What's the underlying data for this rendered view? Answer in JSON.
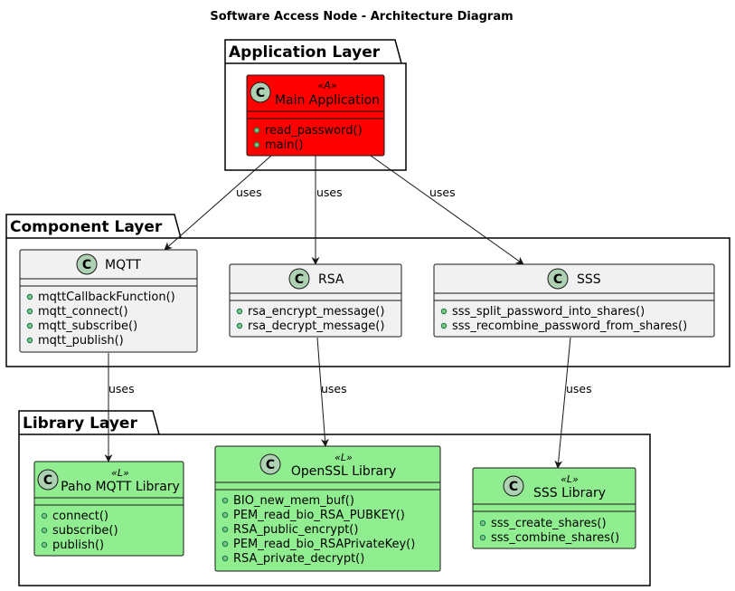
{
  "title": "Software Access Node - Architecture Diagram",
  "colors": {
    "app_fill": "#ff0000",
    "component_fill": "#f1f1f1",
    "library_fill": "#90ee90",
    "class_icon_fill": "#add1b2",
    "stroke": "#181818"
  },
  "class_icon_letter": "C",
  "packages": {
    "application": {
      "label": "Application Layer"
    },
    "component": {
      "label": "Component Layer"
    },
    "library": {
      "label": "Library Layer"
    }
  },
  "classes": {
    "main_app": {
      "stereotype": "«A»",
      "name": "Main Application",
      "methods": [
        "read_password()",
        "main()"
      ]
    },
    "mqtt": {
      "name": "MQTT",
      "methods": [
        "mqttCallbackFunction()",
        "mqtt_connect()",
        "mqtt_subscribe()",
        "mqtt_publish()"
      ]
    },
    "rsa": {
      "name": "RSA",
      "methods": [
        "rsa_encrypt_message()",
        "rsa_decrypt_message()"
      ]
    },
    "sss": {
      "name": "SSS",
      "methods": [
        "sss_split_password_into_shares()",
        "sss_recombine_password_from_shares()"
      ]
    },
    "paho": {
      "stereotype": "«L»",
      "name": "Paho MQTT Library",
      "methods": [
        "connect()",
        "subscribe()",
        "publish()"
      ]
    },
    "openssl": {
      "stereotype": "«L»",
      "name": "OpenSSL Library",
      "methods": [
        "BIO_new_mem_buf()",
        "PEM_read_bio_RSA_PUBKEY()",
        "RSA_public_encrypt()",
        "PEM_read_bio_RSAPrivateKey()",
        "RSA_private_decrypt()"
      ]
    },
    "ssslib": {
      "stereotype": "«L»",
      "name": "SSS Library",
      "methods": [
        "sss_create_shares()",
        "sss_combine_shares()"
      ]
    }
  },
  "relations": [
    {
      "from": "Main Application",
      "to": "MQTT",
      "label": "uses"
    },
    {
      "from": "Main Application",
      "to": "RSA",
      "label": "uses"
    },
    {
      "from": "Main Application",
      "to": "SSS",
      "label": "uses"
    },
    {
      "from": "MQTT",
      "to": "Paho MQTT Library",
      "label": "uses"
    },
    {
      "from": "RSA",
      "to": "OpenSSL Library",
      "label": "uses"
    },
    {
      "from": "SSS",
      "to": "SSS Library",
      "label": "uses"
    }
  ]
}
